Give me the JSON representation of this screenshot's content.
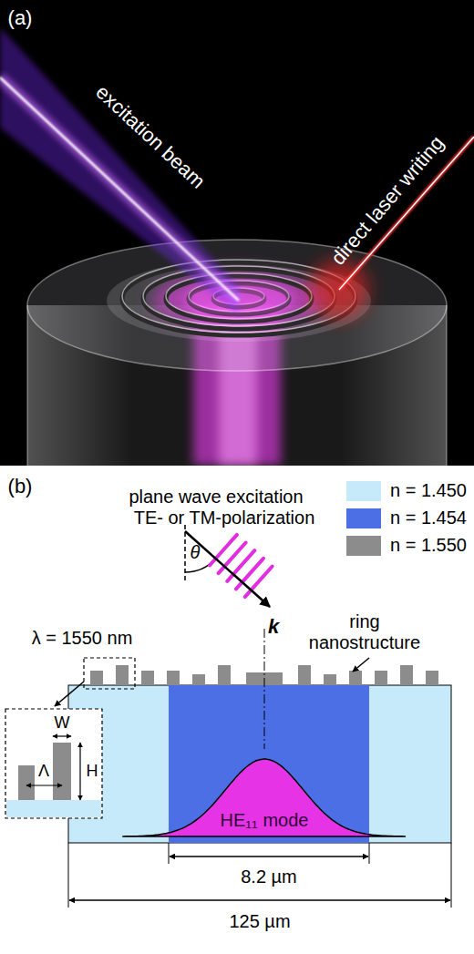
{
  "diagram": {
    "labels": [
      "(a)",
      "excitation beam",
      "direct laser writing",
      "(b)",
      "plane wave excitation",
      "TE- or TM-polarization",
      "θ",
      "k",
      "λ = 1550 nm",
      "ring nanostructure",
      "W",
      "Λ",
      "H",
      "HE₁₁ mode",
      "8.2 µm",
      "125 µm"
    ],
    "legend": [
      {
        "text": "n = 1.450",
        "color": "#c6eaf9"
      },
      {
        "text": "n = 1.454",
        "color": "#4c6fe6"
      },
      {
        "text": "n = 1.550",
        "color": "#8c8c8c"
      }
    ]
  }
}
